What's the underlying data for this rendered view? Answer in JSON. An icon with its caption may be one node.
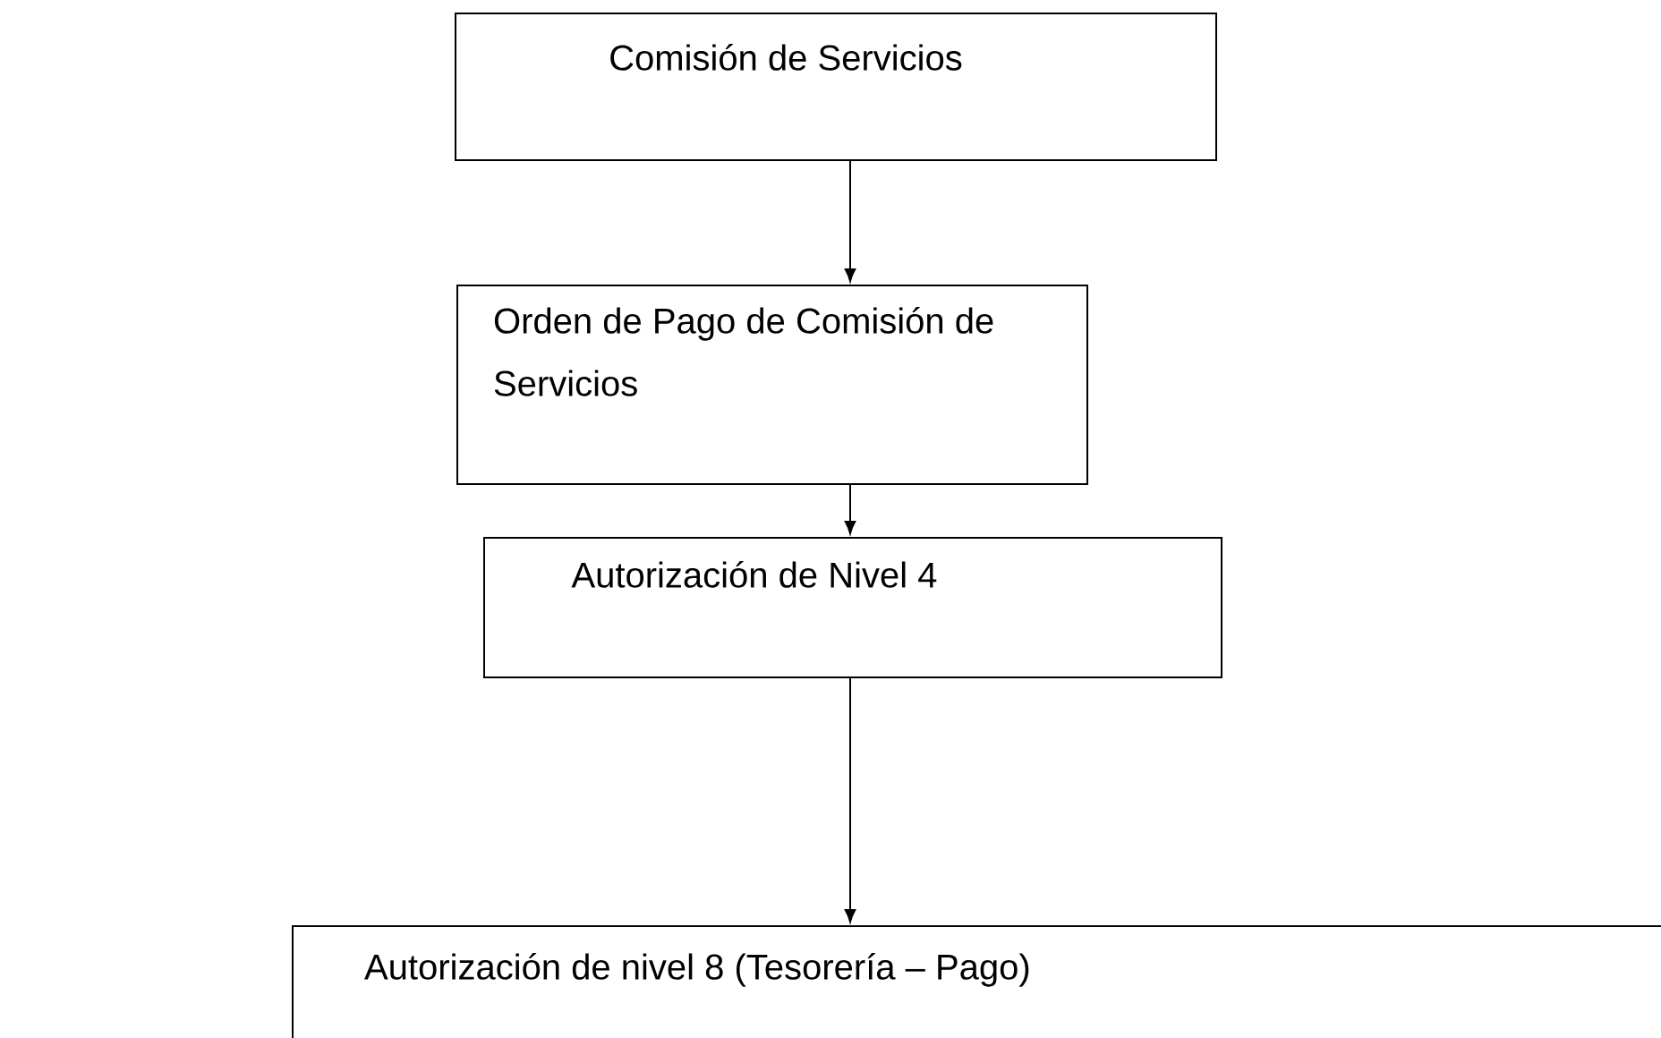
{
  "diagram": {
    "nodes": [
      {
        "text": [
          "Comisión de Servicios"
        ]
      },
      {
        "text": [
          "Orden de Pago de Comisión de Servicios"
        ]
      },
      {
        "text": [
          "Autorización de Nivel 4"
        ]
      },
      {
        "text": [
          "Autorización de nivel 8 (Tesorería – Pago)"
        ]
      }
    ],
    "edges": [
      {
        "from": 0,
        "to": 1,
        "arrow": "to"
      },
      {
        "from": 1,
        "to": 2,
        "arrow": "to"
      },
      {
        "from": 2,
        "to": 3,
        "arrow": "to"
      }
    ]
  }
}
